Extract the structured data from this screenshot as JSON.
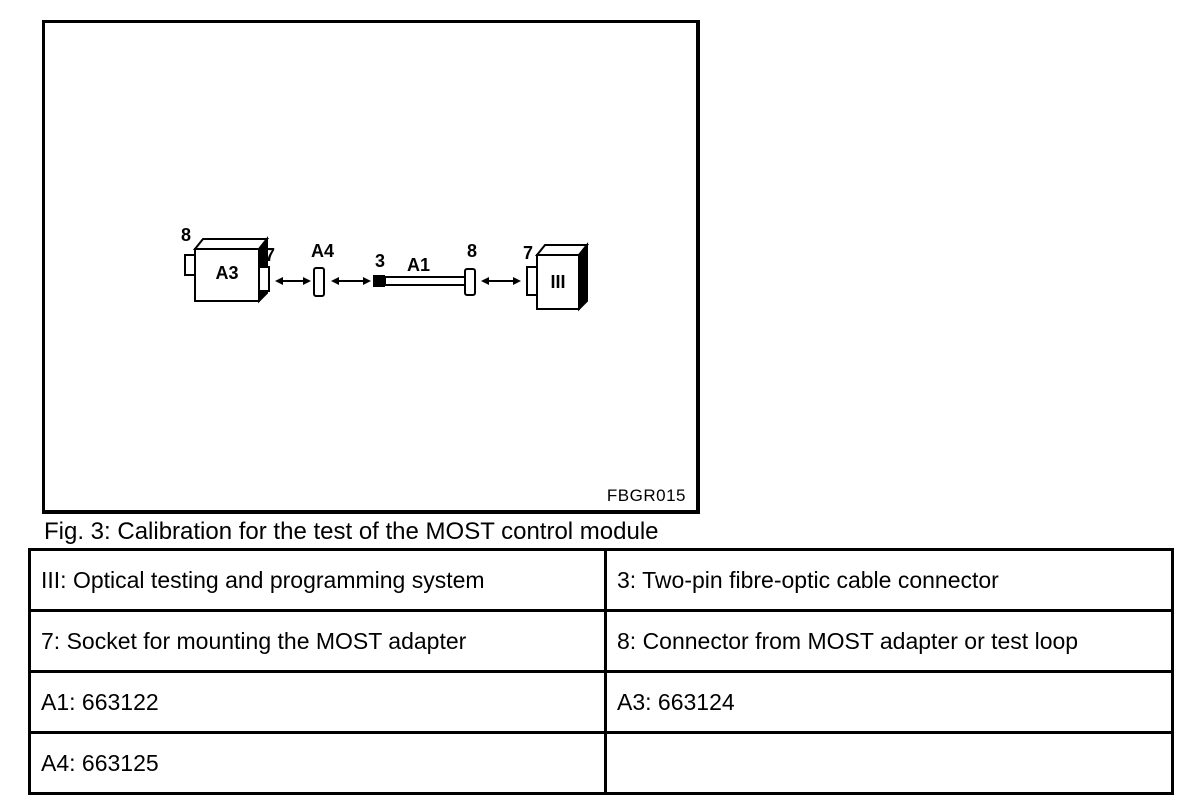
{
  "figure": {
    "code": "FBGR015",
    "labels": {
      "a3_box": "A3",
      "num8_left": "8",
      "num7_left": "7",
      "a4": "A4",
      "num3": "3",
      "a1": "A1",
      "num8_right": "8",
      "num7_right": "7",
      "iii_box": "III"
    }
  },
  "caption": "Fig. 3: Calibration for the test of the MOST control module",
  "legend": {
    "rows": [
      [
        "III: Optical testing and programming system",
        "3: Two-pin fibre-optic cable connector"
      ],
      [
        "7: Socket for mounting the MOST adapter",
        "8: Connector from MOST adapter or test loop"
      ],
      [
        "A1: 663122",
        "A3: 663124"
      ],
      [
        "A4: 663125",
        ""
      ]
    ]
  }
}
